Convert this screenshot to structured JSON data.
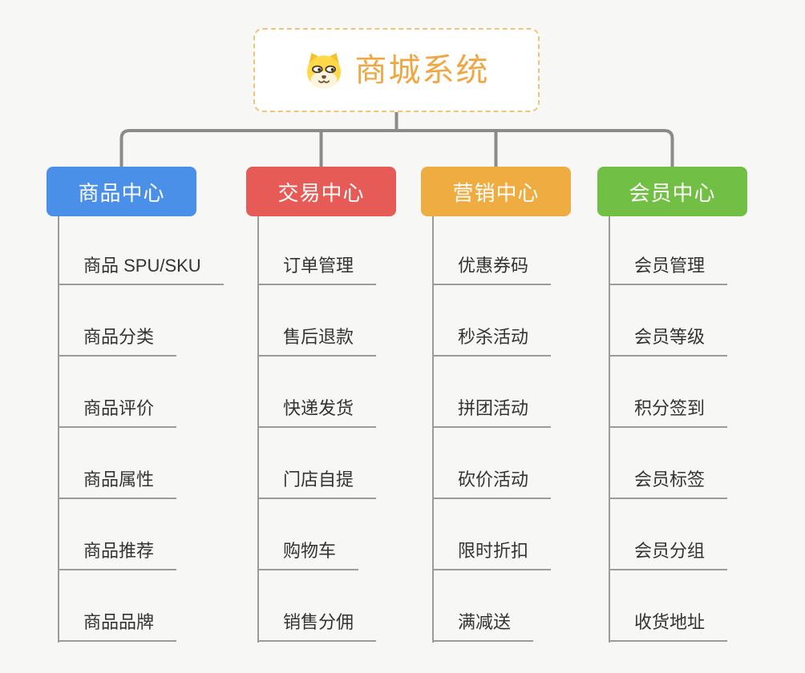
{
  "root": {
    "title": "商城系统",
    "icon": "dog-face-icon",
    "title_color": "#f0a642",
    "border_color": "#f2c377"
  },
  "connector_color": "#8b8b8b",
  "branches": [
    {
      "label": "商品中心",
      "color": "#4b90e8",
      "items": [
        "商品 SPU/SKU",
        "商品分类",
        "商品评价",
        "商品属性",
        "商品推荐",
        "商品品牌"
      ]
    },
    {
      "label": "交易中心",
      "color": "#e75b57",
      "items": [
        "订单管理",
        "售后退款",
        "快递发货",
        "门店自提",
        "购物车",
        "销售分佣"
      ]
    },
    {
      "label": "营销中心",
      "color": "#efac40",
      "items": [
        "优惠券码",
        "秒杀活动",
        "拼团活动",
        "砍价活动",
        "限时折扣",
        "满减送"
      ]
    },
    {
      "label": "会员中心",
      "color": "#72bf45",
      "items": [
        "会员管理",
        "会员等级",
        "积分签到",
        "会员标签",
        "会员分组",
        "收货地址"
      ]
    }
  ]
}
